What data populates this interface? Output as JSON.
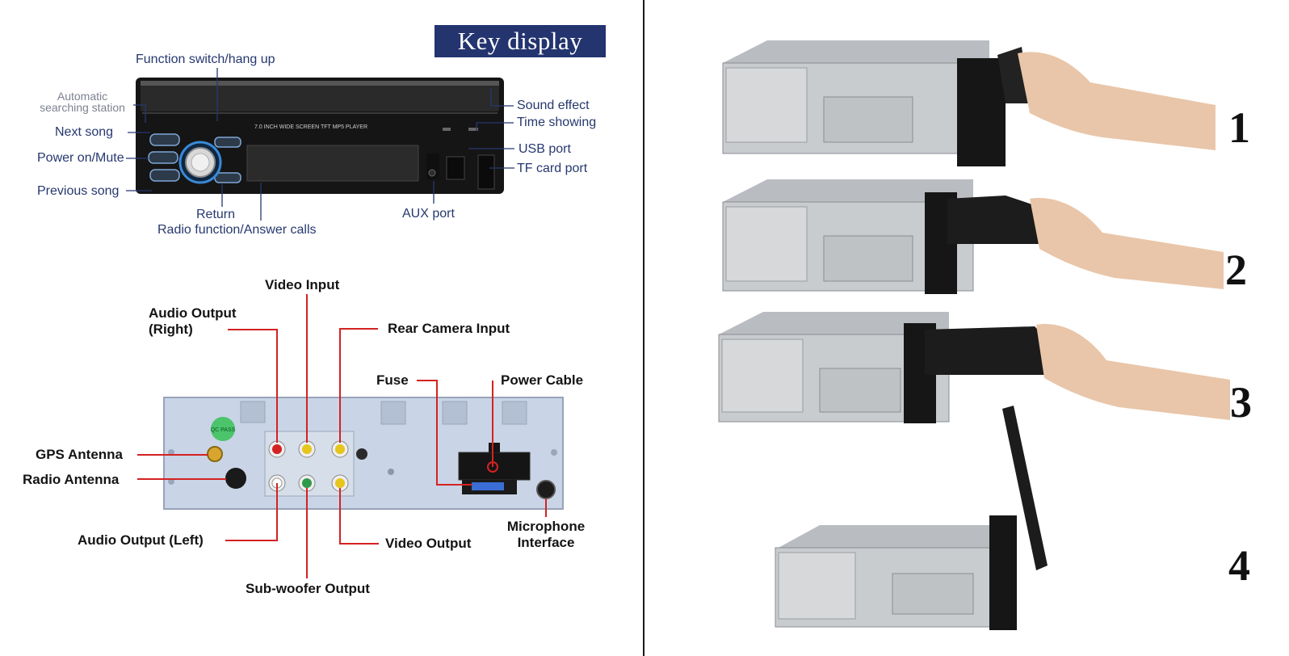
{
  "key_display": {
    "title": "Key display",
    "labels": {
      "function_switch": "Function switch/hang up",
      "auto_search_1": "Automatic",
      "auto_search_2": "searching station",
      "next_song": "Next song",
      "power_mute": "Power on/Mute",
      "previous_song": "Previous song",
      "return": "Return",
      "radio_function": "Radio function/Answer calls",
      "sound_effect": "Sound effect",
      "time_showing": "Time showing",
      "usb_port": "USB port",
      "tf_card_port": "TF card port",
      "aux_port": "AUX port"
    },
    "face_text": "7.0 INCH WIDE SCREEN TFT  MP5 PLAYER"
  },
  "rear_panel": {
    "labels": {
      "video_input": "Video Input",
      "audio_output_right_1": "Audio Output",
      "audio_output_right_2": "(Right)",
      "rear_camera_input": "Rear Camera Input",
      "fuse": "Fuse",
      "power_cable": "Power Cable",
      "gps_antenna": "GPS Antenna",
      "radio_antenna": "Radio Antenna",
      "audio_output_left": "Audio Output (Left)",
      "video_output": "Video Output",
      "microphone_1": "Microphone",
      "microphone_2": "Interface",
      "subwoofer_output": "Sub-woofer Output"
    },
    "sticker": "QC PASS",
    "line_color": "#d42222"
  },
  "install_steps": [
    "1",
    "2",
    "3",
    "4"
  ]
}
